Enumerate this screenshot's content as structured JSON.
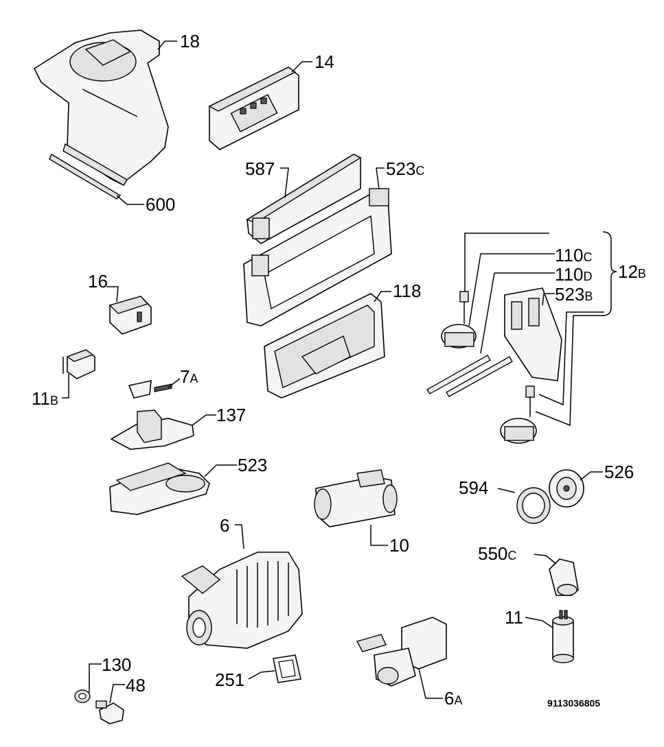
{
  "diagram": {
    "labels": {
      "p18": "18",
      "p14": "14",
      "p600": "600",
      "p587": "587",
      "p523c": {
        "main": "523",
        "suffix": "C"
      },
      "p110c": {
        "main": "110",
        "suffix": "C"
      },
      "p110d": {
        "main": "110",
        "suffix": "D"
      },
      "p12b": {
        "main": "12",
        "suffix": "B"
      },
      "p523b": {
        "main": "523",
        "suffix": "B"
      },
      "p118": "118",
      "p16": "16",
      "p7a": {
        "main": "7",
        "suffix": "A"
      },
      "p11b": {
        "main": "11",
        "suffix": "B"
      },
      "p137": "137",
      "p523": "523",
      "p594": "594",
      "p526": "526",
      "p6": "6",
      "p10": "10",
      "p550c": {
        "main": "550",
        "suffix": "C"
      },
      "p11": "11",
      "p130": "130",
      "p48": "48",
      "p251": "251",
      "p6a": {
        "main": "6",
        "suffix": "A"
      }
    },
    "drawing_code": "9113036805"
  }
}
